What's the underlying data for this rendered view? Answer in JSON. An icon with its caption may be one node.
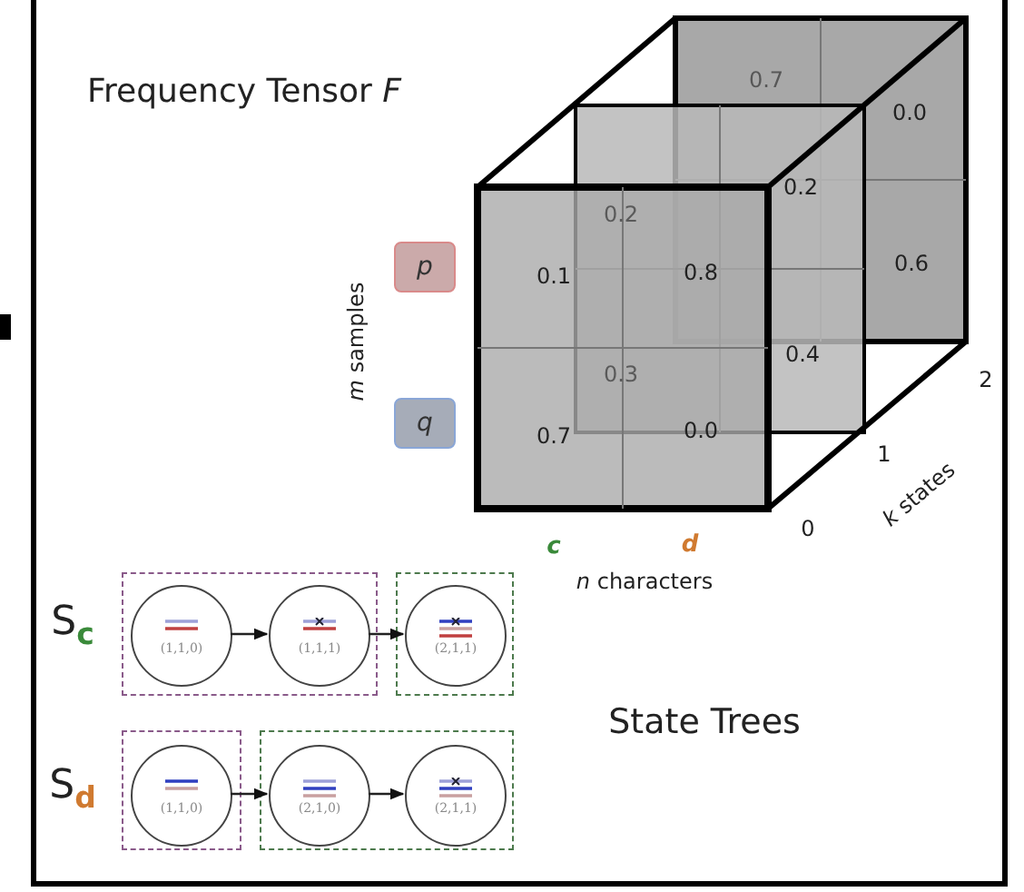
{
  "diagram": {
    "title": "Frequency Tensor *F*",
    "nodes": [
      {
        "text": [
          "p"
        ]
      },
      {
        "text": [
          "q"
        ]
      },
      {
        "text": [],
        "shape": "box"
      },
      {
        "text": [
          "(1,1,0)"
        ],
        "in": 2
      },
      {
        "text": [
          "(1,1,1)"
        ],
        "in": 2
      },
      {
        "text": [],
        "shape": "box"
      },
      {
        "text": [
          "(2,1,1)"
        ],
        "in": 5
      },
      {
        "text": [],
        "shape": "box"
      },
      {
        "text": [
          "(1,1,0)"
        ],
        "in": 7
      },
      {
        "text": [],
        "shape": "box"
      },
      {
        "text": [
          "(2,1,0)"
        ],
        "in": 9
      },
      {
        "text": [
          "(2,1,1)"
        ],
        "in": 9
      }
    ],
    "edges": [
      {
        "from": 3,
        "to": 4,
        "arrow": "to"
      },
      {
        "from": 4,
        "to": 6,
        "arrow": "to"
      },
      {
        "from": 8,
        "to": 10,
        "arrow": "to"
      },
      {
        "from": 10,
        "to": 11,
        "arrow": "to"
      }
    ],
    "labels": [
      "0.7",
      "0.0",
      "0.2",
      "0.2",
      "0.1",
      "0.8",
      "0.6",
      "0.3",
      "0.4",
      "0.7",
      "0.0",
      "*m* samples",
      "2",
      "1",
      "0",
      "*k* states",
      "c",
      "d",
      "*n* characters",
      "S$_{c}$",
      "S$_{d}$",
      "State Trees"
    ]
  }
}
